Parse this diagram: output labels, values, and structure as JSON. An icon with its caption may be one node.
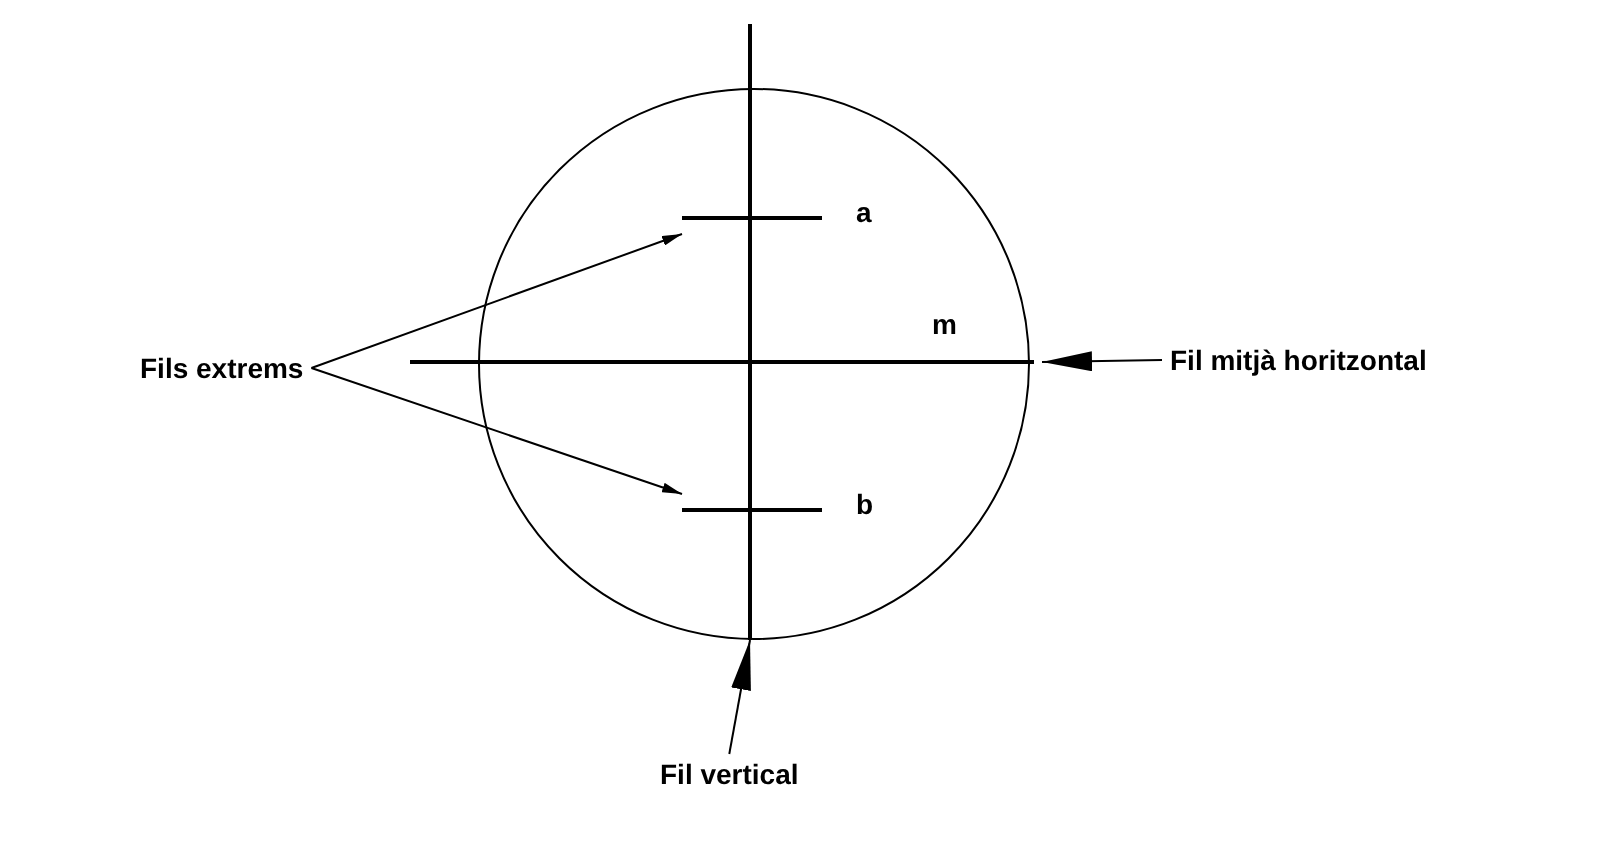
{
  "diagram": {
    "nodes": [
      {
        "text": [],
        "shape": "circle"
      },
      {
        "text": [
          "Fils extrems"
        ]
      },
      {
        "text": [],
        "shape": "bar",
        "in": 0,
        "beside": [
          "a"
        ]
      },
      {
        "text": [],
        "shape": "bar",
        "in": 0,
        "beside": [
          "b"
        ]
      },
      {
        "text": [],
        "shape": "bar",
        "beside": [
          "m"
        ]
      },
      {
        "text": [],
        "shape": "bar"
      },
      {
        "text": [
          "Fil mitjà horitzontal"
        ]
      },
      {
        "text": [
          "Fil vertical"
        ]
      }
    ],
    "edges": [
      {
        "from": 1,
        "to": 2,
        "arrow": "to"
      },
      {
        "from": 1,
        "to": 3,
        "arrow": "to"
      },
      {
        "from": 6,
        "to": 4,
        "arrow": "to"
      },
      {
        "from": 7,
        "to": 5,
        "arrow": "to"
      }
    ]
  }
}
